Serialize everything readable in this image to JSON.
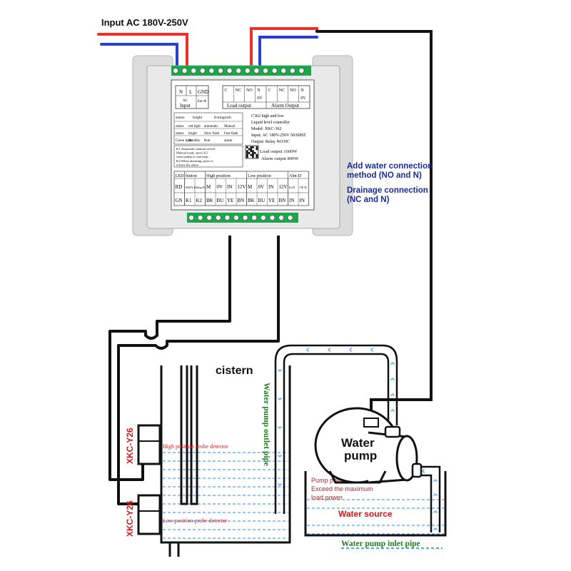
{
  "input_label": "Input AC 180V-250V",
  "connection_notes": {
    "add_line1": "Add water connection",
    "add_line2": "method (NO and N)",
    "drain_line1": "Drainage connection",
    "drain_line2": "(NC and N)"
  },
  "module": {
    "top_left_table": {
      "cols": [
        "N",
        "L",
        "GND"
      ],
      "sub": [
        "",
        "AC",
        "Ear-th"
      ],
      "title": "Input"
    },
    "top_right_table": {
      "cols": [
        "C",
        "NC",
        "NO",
        "N",
        "C",
        "NC",
        "NO",
        "N"
      ],
      "row2": [
        "",
        "",
        "",
        "0V",
        "",
        "",
        "",
        "0V"
      ],
      "load_label": "Load output",
      "alarm_label": "Alarm Output"
    },
    "status_table": {
      "header": [
        "status",
        "bright",
        "Extinguish"
      ],
      "rows": [
        [
          "status",
          "red light",
          "automatic",
          "Manual"
        ],
        [
          "status",
          "bright",
          "Slow flash",
          "Fast flash"
        ],
        [
          "Green light",
          "Standby",
          "Run",
          "alarm"
        ]
      ]
    },
    "desc_lines": [
      "C362 high and low",
      "Liquid level controller",
      "Model: XKC-362",
      "Input: AC 180V-250V 50/60HZ",
      "Output: Relay NO/NC"
    ],
    "k_notes": [
      "K1:Automatic manual switch",
      "Manual mode, press K2",
      "water pump to start/stop",
      "K2:When alarming, press to",
      "release the alarm"
    ],
    "load_output": "Load output 1600W",
    "alarm_output": "Alarm output 800W",
    "bottom_table": {
      "group_headers": [
        "LED",
        "button",
        "High position",
        "Low position",
        "Abn-D"
      ],
      "row1": [
        "RD",
        "MAN K",
        "Stop K",
        "M",
        "0V",
        "IN",
        "12V",
        "M",
        "0V",
        "IN",
        "12V",
        "In D",
        "OF D"
      ],
      "row2": [
        "GN",
        "K1",
        "K2",
        "BK",
        "BU",
        "YE",
        "BN",
        "BK",
        "BU",
        "YE",
        "BN",
        "IN",
        "IN"
      ]
    }
  },
  "cistern_label": "cistern",
  "outlet_pipe_label": "Water pump outlet pipe",
  "pump_label_line1": "Water",
  "pump_label_line2": "pump",
  "pump_warning": [
    "Pump power cannot",
    "Exceed the maximum",
    "load power"
  ],
  "water_source_label": "Water source",
  "inlet_pipe_label": "Water pump inlet pipe",
  "sensors": {
    "model": "XKC-Y26",
    "high_label": "High position probe detector",
    "low_label": "Low position probe detector"
  },
  "colors": {
    "live_wire": "#e8322a",
    "neutral_wire": "#2a3fd0",
    "signal_wire": "#111111",
    "water_line": "#4da3ff",
    "note_text": "#1a2b9a",
    "warning_text": "#cc1a1a",
    "pipe_label": "#1f7a1f",
    "module_body": "#e9e9e9",
    "terminal_green": "#1aa84a"
  }
}
